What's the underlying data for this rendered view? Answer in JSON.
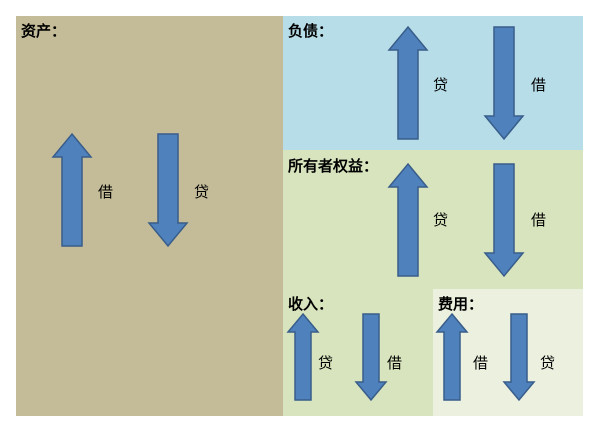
{
  "colors": {
    "assets_bg": "#c4bc98",
    "liabilities_bg": "#b7dde8",
    "equity_bg": "#d7e4bd",
    "revenue_bg": "#d7e4bd",
    "expenses_bg": "#ebf1de",
    "arrow_fill": "#4f81bd",
    "arrow_stroke": "#385d8a"
  },
  "assets": {
    "title": "资产：",
    "up_label": "借",
    "down_label": "贷"
  },
  "liabilities": {
    "title": "负债：",
    "up_label": "贷",
    "down_label": "借"
  },
  "equity": {
    "title": "所有者权益：",
    "up_label": "贷",
    "down_label": "借"
  },
  "revenue": {
    "title": "收入：",
    "up_label": "贷",
    "down_label": "借"
  },
  "expenses": {
    "title": "费用：",
    "up_label": "借",
    "down_label": "贷"
  }
}
